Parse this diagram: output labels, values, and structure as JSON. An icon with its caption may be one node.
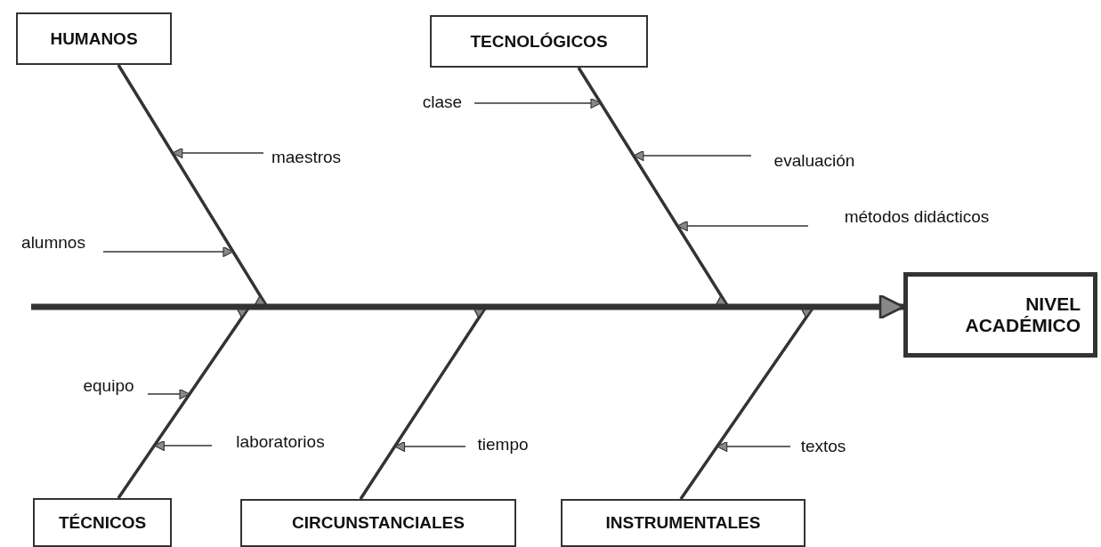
{
  "diagram": {
    "nodes": [
      {
        "text": [
          "HUMANOS"
        ]
      },
      {
        "text": [
          "TECNOLÓGICOS"
        ]
      },
      {
        "text": [
          "clase"
        ]
      },
      {
        "text": [
          "maestros"
        ]
      },
      {
        "text": [
          "evaluación"
        ]
      },
      {
        "text": [
          "métodos didácticos"
        ]
      },
      {
        "text": [
          "alumnos"
        ]
      },
      {
        "text": [
          "NIVEL ACADÉMICO"
        ]
      },
      {
        "text": [
          "equipo"
        ]
      },
      {
        "text": [
          "laboratorios"
        ]
      },
      {
        "text": [
          "tiempo"
        ]
      },
      {
        "text": [
          "textos"
        ]
      },
      {
        "text": [
          "TÉCNICOS"
        ]
      },
      {
        "text": [
          "CIRCUNSTANCIALES"
        ]
      },
      {
        "text": [
          "INSTRUMENTALES"
        ]
      }
    ],
    "edges": [
      {
        "from": null,
        "to": 7,
        "arrow": "to",
        "style": "thick"
      },
      {
        "from": 0,
        "to": 7,
        "arrow": "to",
        "style": "thick"
      },
      {
        "from": 1,
        "to": 7,
        "arrow": "to",
        "style": "thick"
      },
      {
        "from": 12,
        "to": 7,
        "arrow": "to",
        "style": "thick"
      },
      {
        "from": 13,
        "to": 7,
        "arrow": "to",
        "style": "thick"
      },
      {
        "from": 14,
        "to": 7,
        "arrow": "to",
        "style": "thick"
      },
      {
        "from": 2,
        "to": null,
        "arrow": "to"
      },
      {
        "from": 3,
        "to": null,
        "arrow": "to"
      },
      {
        "from": 4,
        "to": null,
        "arrow": "to"
      },
      {
        "from": 5,
        "to": null,
        "arrow": "to"
      },
      {
        "from": 6,
        "to": null,
        "arrow": "to"
      },
      {
        "from": 8,
        "to": null,
        "arrow": "to"
      },
      {
        "from": 9,
        "to": null,
        "arrow": "to"
      },
      {
        "from": 10,
        "to": null,
        "arrow": "to"
      },
      {
        "from": 11,
        "to": null,
        "arrow": "to"
      }
    ]
  }
}
